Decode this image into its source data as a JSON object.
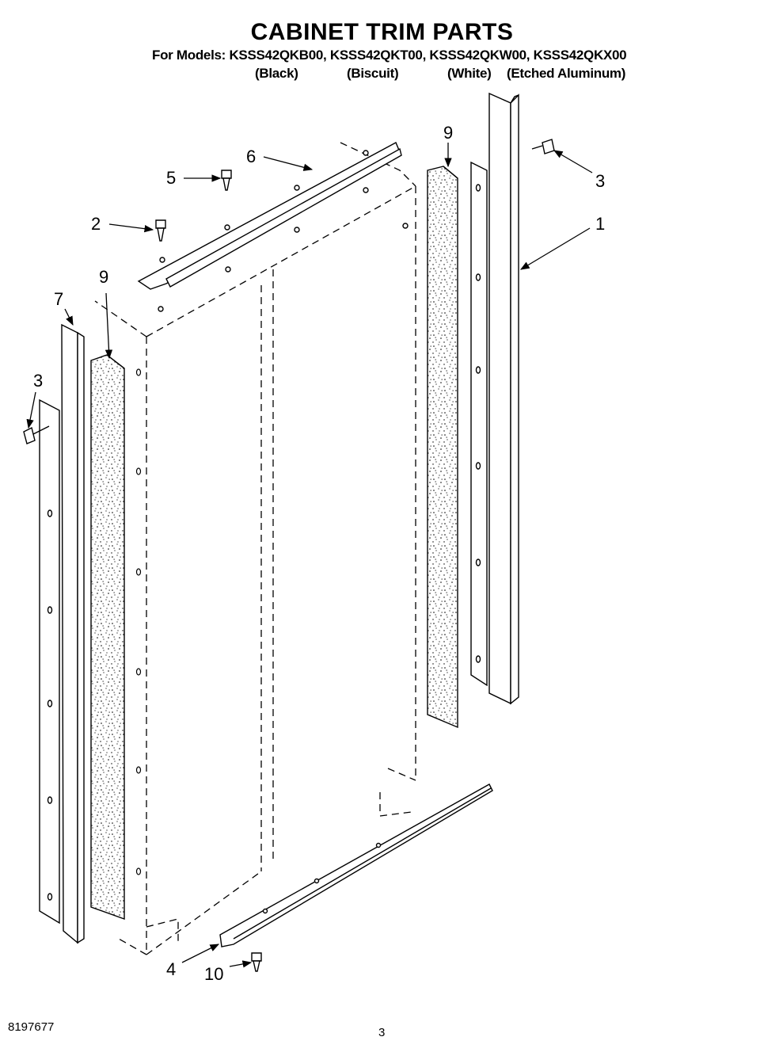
{
  "header": {
    "title": "CABINET TRIM PARTS",
    "models_line": "For Models: KSSS42QKB00, KSSS42QKT00, KSSS42QKW00, KSSS42QKX00",
    "variants": [
      "(Black)",
      "(Biscuit)",
      "(White)",
      "(Etched Aluminum)"
    ]
  },
  "callouts": {
    "c1": "1",
    "c2": "2",
    "c3_right": "3",
    "c3_left": "3",
    "c4": "4",
    "c5": "5",
    "c6": "6",
    "c7": "7",
    "c9_left": "9",
    "c9_right": "9",
    "c10": "10"
  },
  "footer": {
    "doc_number": "8197677",
    "page_number": "3"
  }
}
